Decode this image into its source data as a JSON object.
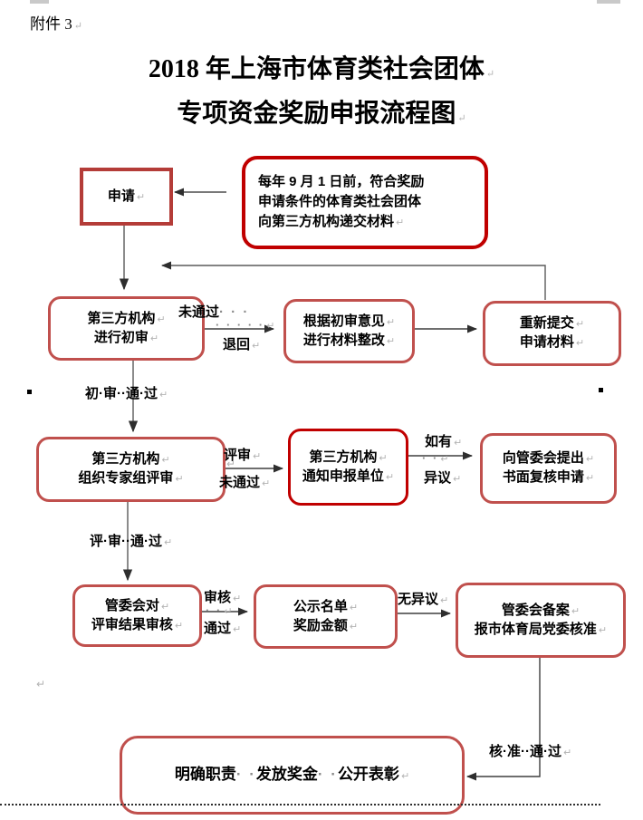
{
  "page": {
    "attachment_label": "附件 3",
    "title_line1": "2018 年上海市体育类社会团体",
    "title_line2": "专项资金奖励申报流程图"
  },
  "marks": {
    "pilcrow": "↵",
    "dots2": "· ·",
    "dots3": "· · ·",
    "dots5": "· · · · ·"
  },
  "colors": {
    "muted_red": "#c0504d",
    "bright_red": "#c00000",
    "apply_red": "#b43c38",
    "line_gray": "#4d4d4d"
  },
  "fc": {
    "apply": {
      "text": "申请"
    },
    "note": {
      "l1": "每年 9 月 1 日前，符合奖励",
      "l2": "申请条件的体育类社会团体",
      "l3": "向第三方机构递交材料"
    },
    "review1": {
      "l1": "第三方机构",
      "l2": "进行初审"
    },
    "rectify": {
      "l1": "根据初审意见",
      "l2": "进行材料整改"
    },
    "resubmit": {
      "l1": "重新提交",
      "l2": "申请材料"
    },
    "expert": {
      "l1": "第三方机构",
      "l2": "组织专家组评审"
    },
    "notify": {
      "l1": "第三方机构",
      "l2": "通知申报单位"
    },
    "recheck": {
      "l1": "向管委会提出",
      "l2": "书面复核申请"
    },
    "mgmt": {
      "l1": "管委会对",
      "l2": "评审结果审核"
    },
    "publicity": {
      "l1": "公示名单",
      "l2": "奖励金额"
    },
    "record": {
      "l1": "管委会备案",
      "l2": "报市体育局党委核准"
    },
    "final": {
      "p1": "明确职责",
      "p2": "发放奖金",
      "p3": "公开表彰"
    }
  },
  "labels": {
    "initial_pass": "初·审··通·过",
    "review_pass": "评·审··通·过",
    "approve_pass": "核·准··通·过",
    "no_pass": "未通过",
    "send_back": "退回",
    "review": "评审",
    "review_no_pass": "未通过",
    "if_any": "如有",
    "objection": "异议",
    "audit": "审核",
    "pass": "通过",
    "no_objection": "无异议"
  }
}
